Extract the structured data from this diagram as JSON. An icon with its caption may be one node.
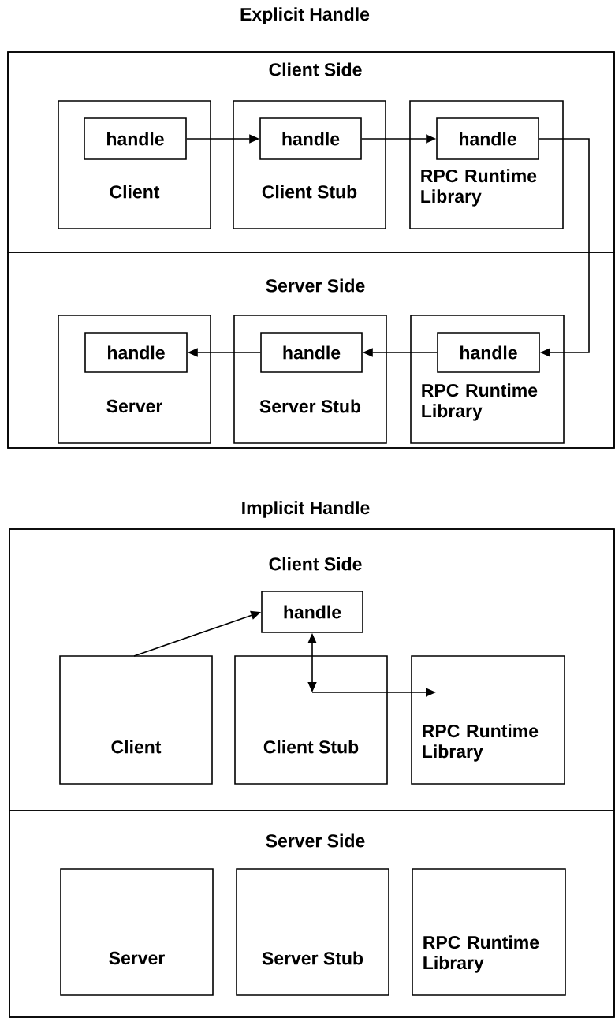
{
  "diagram": {
    "nodes": [
      {
        "text": [
          "Explicit Handle"
        ]
      },
      {
        "text": [
          "Client Side"
        ],
        "in": 0
      },
      {
        "text": [
          "Client"
        ],
        "in": 1
      },
      {
        "text": [
          "handle"
        ],
        "in": 2
      },
      {
        "text": [
          "Client Stub"
        ],
        "in": 1
      },
      {
        "text": [
          "handle"
        ],
        "in": 4
      },
      {
        "text": [
          "RPC Runtime Library"
        ],
        "in": 1
      },
      {
        "text": [
          "handle"
        ],
        "in": 6
      },
      {
        "text": [
          "Server Side"
        ],
        "in": 0
      },
      {
        "text": [
          "Server"
        ],
        "in": 8
      },
      {
        "text": [
          "handle"
        ],
        "in": 9
      },
      {
        "text": [
          "Server Stub"
        ],
        "in": 8
      },
      {
        "text": [
          "handle"
        ],
        "in": 11
      },
      {
        "text": [
          "RPC Runtime Library"
        ],
        "in": 8
      },
      {
        "text": [
          "handle"
        ],
        "in": 13
      },
      {
        "text": [
          "Implicit Handle"
        ]
      },
      {
        "text": [
          "Client Side"
        ],
        "in": 15
      },
      {
        "text": [
          "handle"
        ],
        "in": 16
      },
      {
        "text": [
          "Client"
        ],
        "in": 16
      },
      {
        "text": [
          "Client Stub"
        ],
        "in": 16
      },
      {
        "text": [
          "RPC Runtime Library"
        ],
        "in": 16
      },
      {
        "text": [
          "Server Side"
        ],
        "in": 15
      },
      {
        "text": [
          "Server"
        ],
        "in": 21
      },
      {
        "text": [
          "Server Stub"
        ],
        "in": 21
      },
      {
        "text": [
          "RPC Runtime Library"
        ],
        "in": 21
      }
    ],
    "edges": [
      {
        "from": 3,
        "to": 5,
        "arrow": "to"
      },
      {
        "from": 5,
        "to": 7,
        "arrow": "to"
      },
      {
        "from": 7,
        "to": 14,
        "arrow": "to"
      },
      {
        "from": 14,
        "to": 12,
        "arrow": "to"
      },
      {
        "from": 12,
        "to": 10,
        "arrow": "to"
      },
      {
        "from": 18,
        "to": 17,
        "arrow": "to"
      },
      {
        "from": 17,
        "to": 19,
        "arrow": "both"
      },
      {
        "from": 19,
        "to": 20,
        "arrow": "to"
      }
    ]
  }
}
